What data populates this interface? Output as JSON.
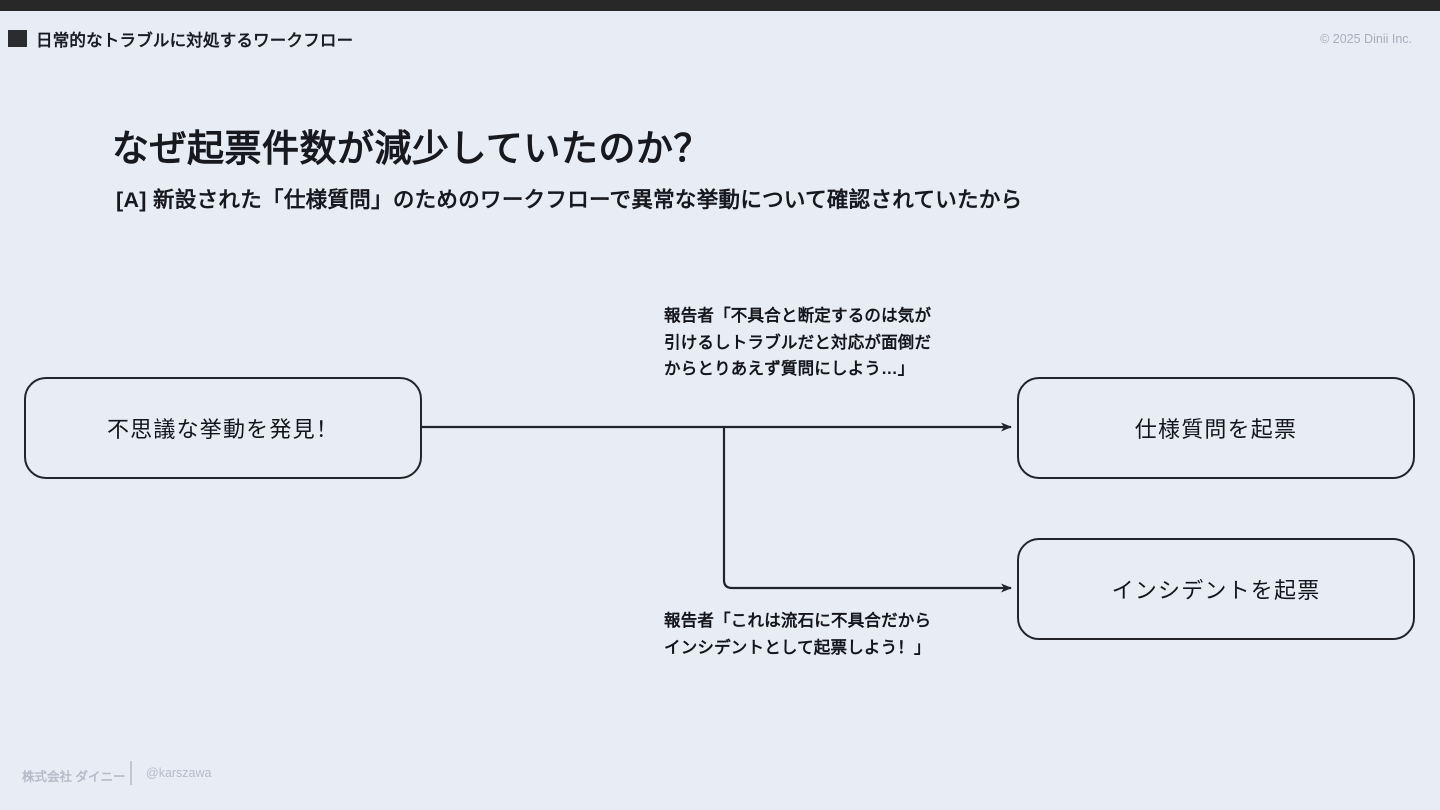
{
  "topbar": {
    "color": "#282828"
  },
  "background_color": "#e8ecf5",
  "header": {
    "bullet_icon": "square-bullet-icon",
    "title": "日常的なトラブルに対処するワークフロー",
    "copyright": "© 2025 Dinii Inc."
  },
  "slide": {
    "title": "なぜ起票件数が減少していたのか？",
    "subtitle": "[A] 新設された「仕様質問」のためのワークフローで異常な挙動について確認されていたから"
  },
  "diagram": {
    "type": "flowchart",
    "line_color": "#232429",
    "nodes": [
      {
        "id": "discover",
        "label": "不思議な挙動を発見！"
      },
      {
        "id": "spec",
        "label": "仕様質問を起票"
      },
      {
        "id": "incident",
        "label": "インシデントを起票"
      }
    ],
    "annotations": [
      {
        "id": "upper",
        "text": "報告者「不具合と断定するのは気が\n引けるしトラブルだと対応が面倒だ\nからとりあえず質問にしよう…」"
      },
      {
        "id": "lower",
        "text": "報告者「これは流石に不具合だから\nインシデントとして起票しよう！」"
      }
    ],
    "edges": [
      {
        "from": "discover",
        "to": "spec",
        "arrow": "arrow-head-icon"
      },
      {
        "from": "discover",
        "to": "incident",
        "arrow": "arrow-head-icon"
      }
    ]
  },
  "footer": {
    "company": "株式会社 ダイニー",
    "handle": "@karszawa"
  }
}
